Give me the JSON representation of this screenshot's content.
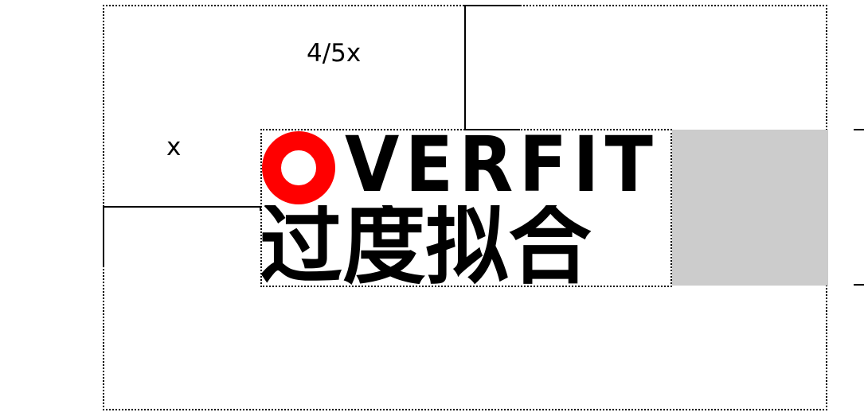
{
  "labels": {
    "width_measure": "4/5x",
    "height_measure": "x"
  },
  "logo": {
    "brand_first_letter": "O",
    "brand_rest": "VERFIT",
    "brand_chinese": "过度拟合"
  },
  "colors": {
    "accent": "#ff0000",
    "ink": "#000000",
    "grey_block": "#cccccc",
    "background": "#ffffff"
  },
  "icons": {
    "first_letter_icon": "red-ring-icon"
  }
}
